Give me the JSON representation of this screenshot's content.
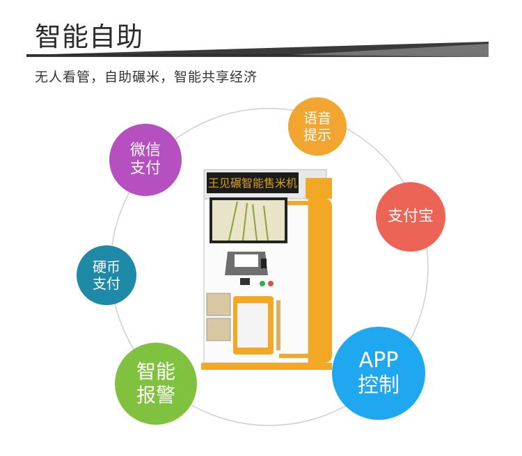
{
  "header": {
    "title": "智能自助",
    "subtitle": "无人看管，自助碾米，智能共享经济"
  },
  "machine": {
    "marquee_text": "王见碾智能售米机"
  },
  "features": [
    {
      "key": "wechat",
      "label": "微信\n支付",
      "color": "#b64fbf"
    },
    {
      "key": "voice",
      "label": "语音\n提示",
      "color": "#f3a532"
    },
    {
      "key": "alipay",
      "label": "支付宝",
      "color": "#ec6456"
    },
    {
      "key": "coin",
      "label": "硬币\n支付",
      "color": "#1f8aa8"
    },
    {
      "key": "alarm",
      "label": "智能\n报警",
      "color": "#80c23f"
    },
    {
      "key": "app",
      "label": "APP\n控制",
      "color": "#1fa7f0"
    }
  ]
}
